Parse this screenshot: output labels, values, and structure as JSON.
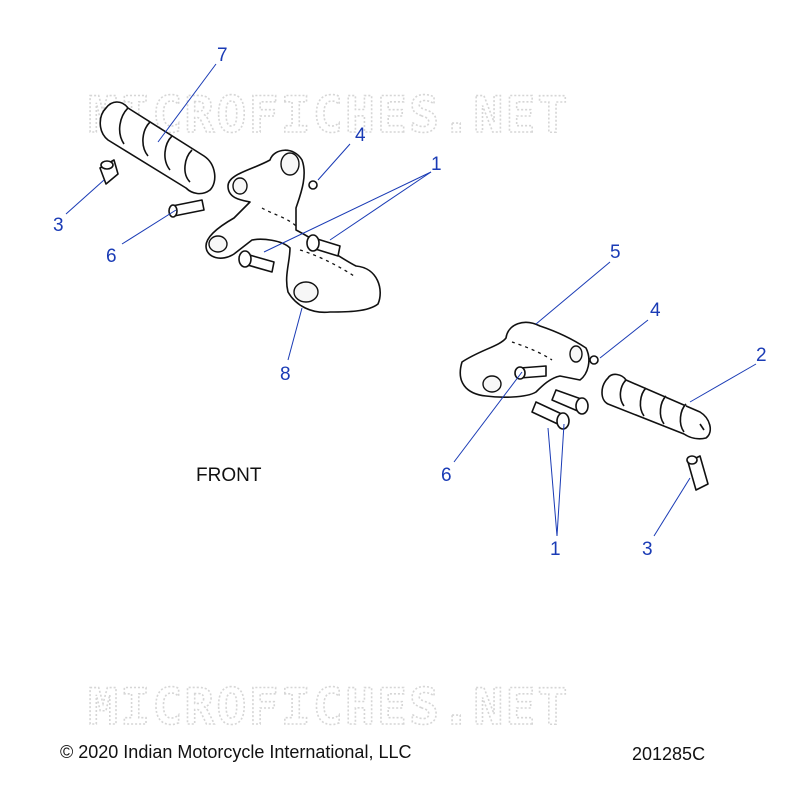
{
  "watermark": "MICROFICHES.NET",
  "front_label": "FRONT",
  "copyright": "© 2020 Indian Motorcycle International, LLC",
  "diagram_code": "201285C",
  "callouts": {
    "left_7": "7",
    "left_4": "4",
    "left_1": "1",
    "left_3": "3",
    "left_6": "6",
    "left_8": "8",
    "right_5": "5",
    "right_4": "4",
    "right_2": "2",
    "right_6": "6",
    "right_1": "1",
    "right_3": "3"
  }
}
